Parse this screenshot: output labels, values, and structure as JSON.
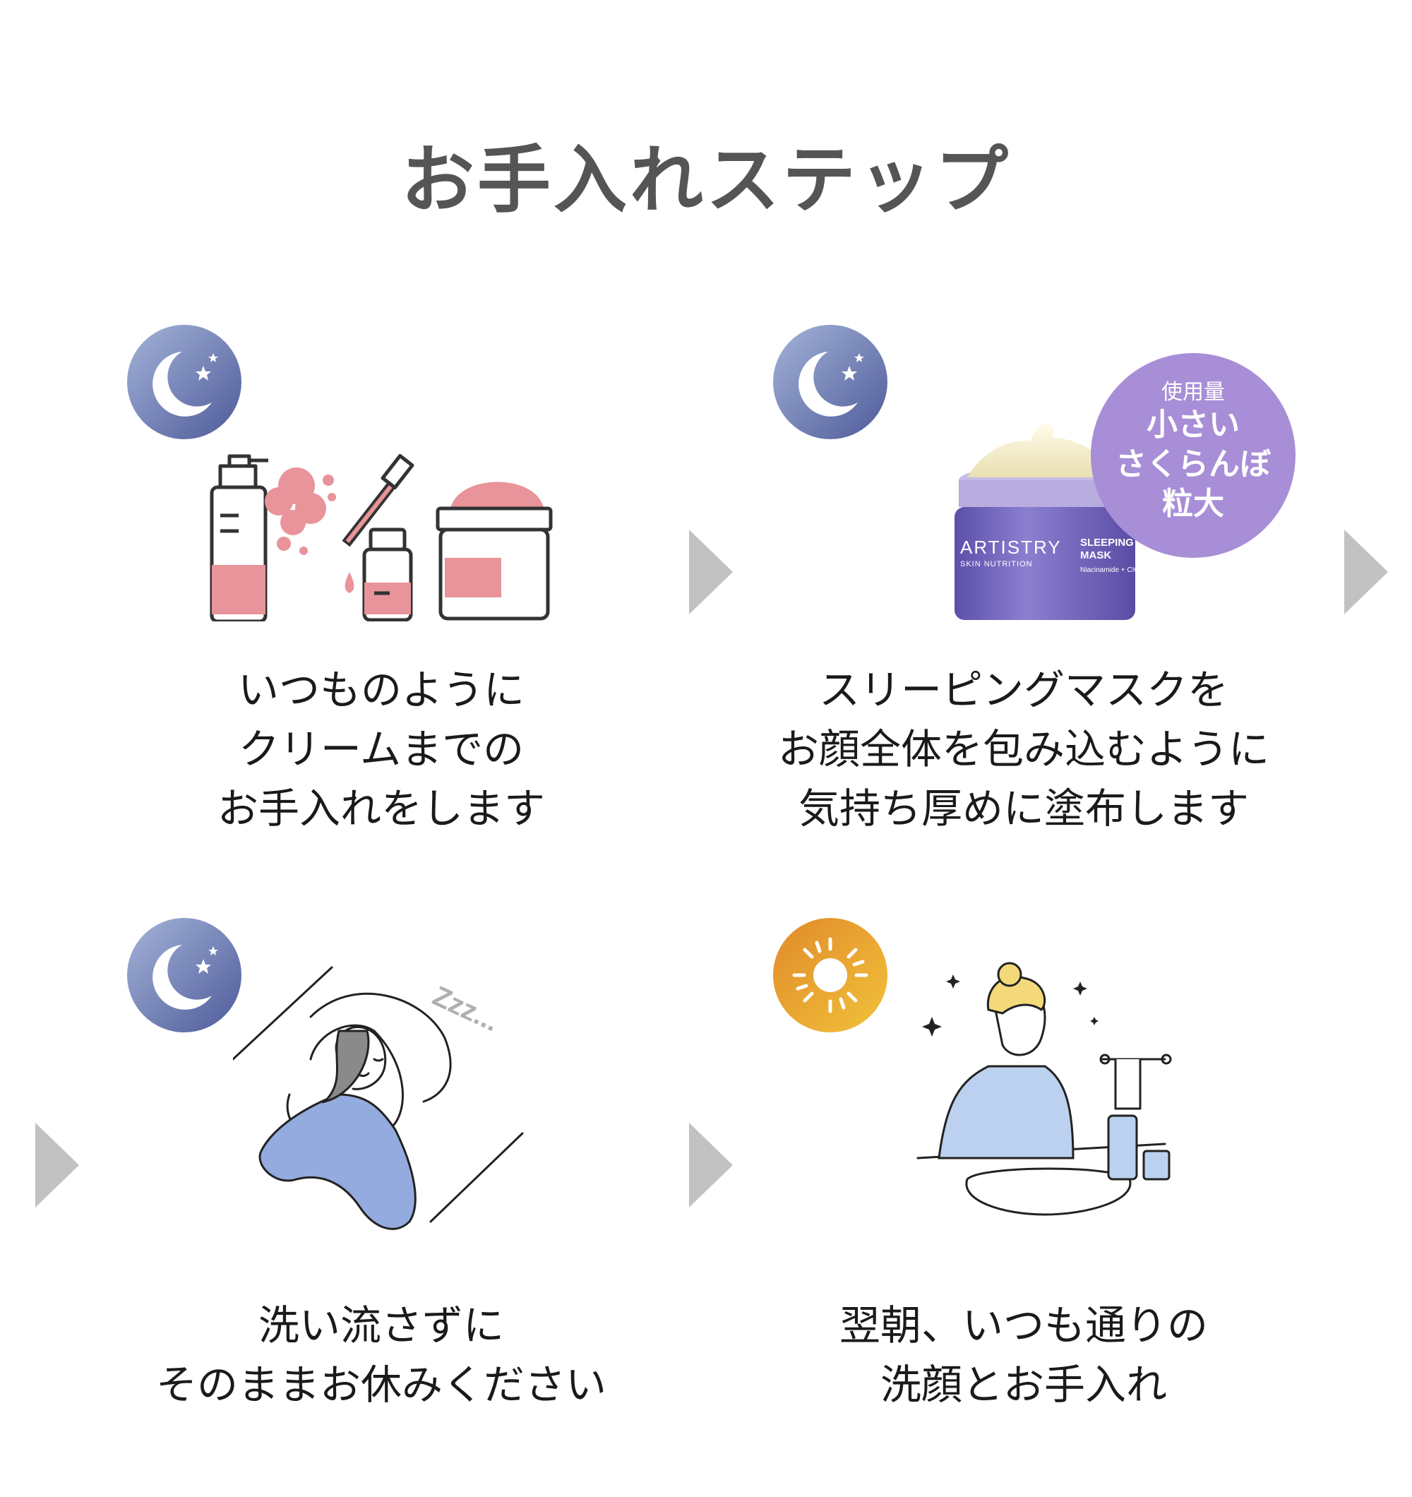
{
  "title": "お手入れステップ",
  "steps": [
    {
      "time": "night",
      "icon": "moon-stars-icon",
      "illustration": "skincare-products-icon",
      "caption": [
        "いつものように",
        "クリームまでの",
        "お手入れをします"
      ]
    },
    {
      "time": "night",
      "icon": "moon-stars-icon",
      "illustration": "sleeping-mask-jar",
      "product": {
        "brand": "ARTISTRY",
        "line": "SKIN NUTRITION",
        "name": "SLEEPING MASK",
        "sub": "Niacinamide + CICA"
      },
      "usage": {
        "label": "使用量",
        "lines": [
          "小さい",
          "さくらんぼ",
          "粒大"
        ]
      },
      "caption": [
        "スリーピングマスクを",
        "お顔全体を包み込むように",
        "気持ち厚めに塗布します"
      ]
    },
    {
      "time": "night",
      "icon": "moon-stars-icon",
      "illustration": "sleeping-woman-icon",
      "zzz": "Zzz...",
      "caption": [
        "洗い流さずに",
        "そのままお休みください"
      ]
    },
    {
      "time": "morning",
      "icon": "sun-icon",
      "illustration": "woman-at-sink-icon",
      "caption": [
        "翌朝、いつも通りの",
        "洗顔とお手入れ"
      ]
    }
  ],
  "colors": {
    "title": "#555555",
    "moon_badge_top": "#a4b4d8",
    "moon_badge_bottom": "#4e5a9a",
    "sun_badge_left": "#e08a2a",
    "sun_badge_right": "#f2c23a",
    "pink_accent": "#e8949a",
    "usage_circle": "#a88ed6",
    "arrow": "#c2c2c2",
    "jar_purple": "#7b6cc4"
  }
}
